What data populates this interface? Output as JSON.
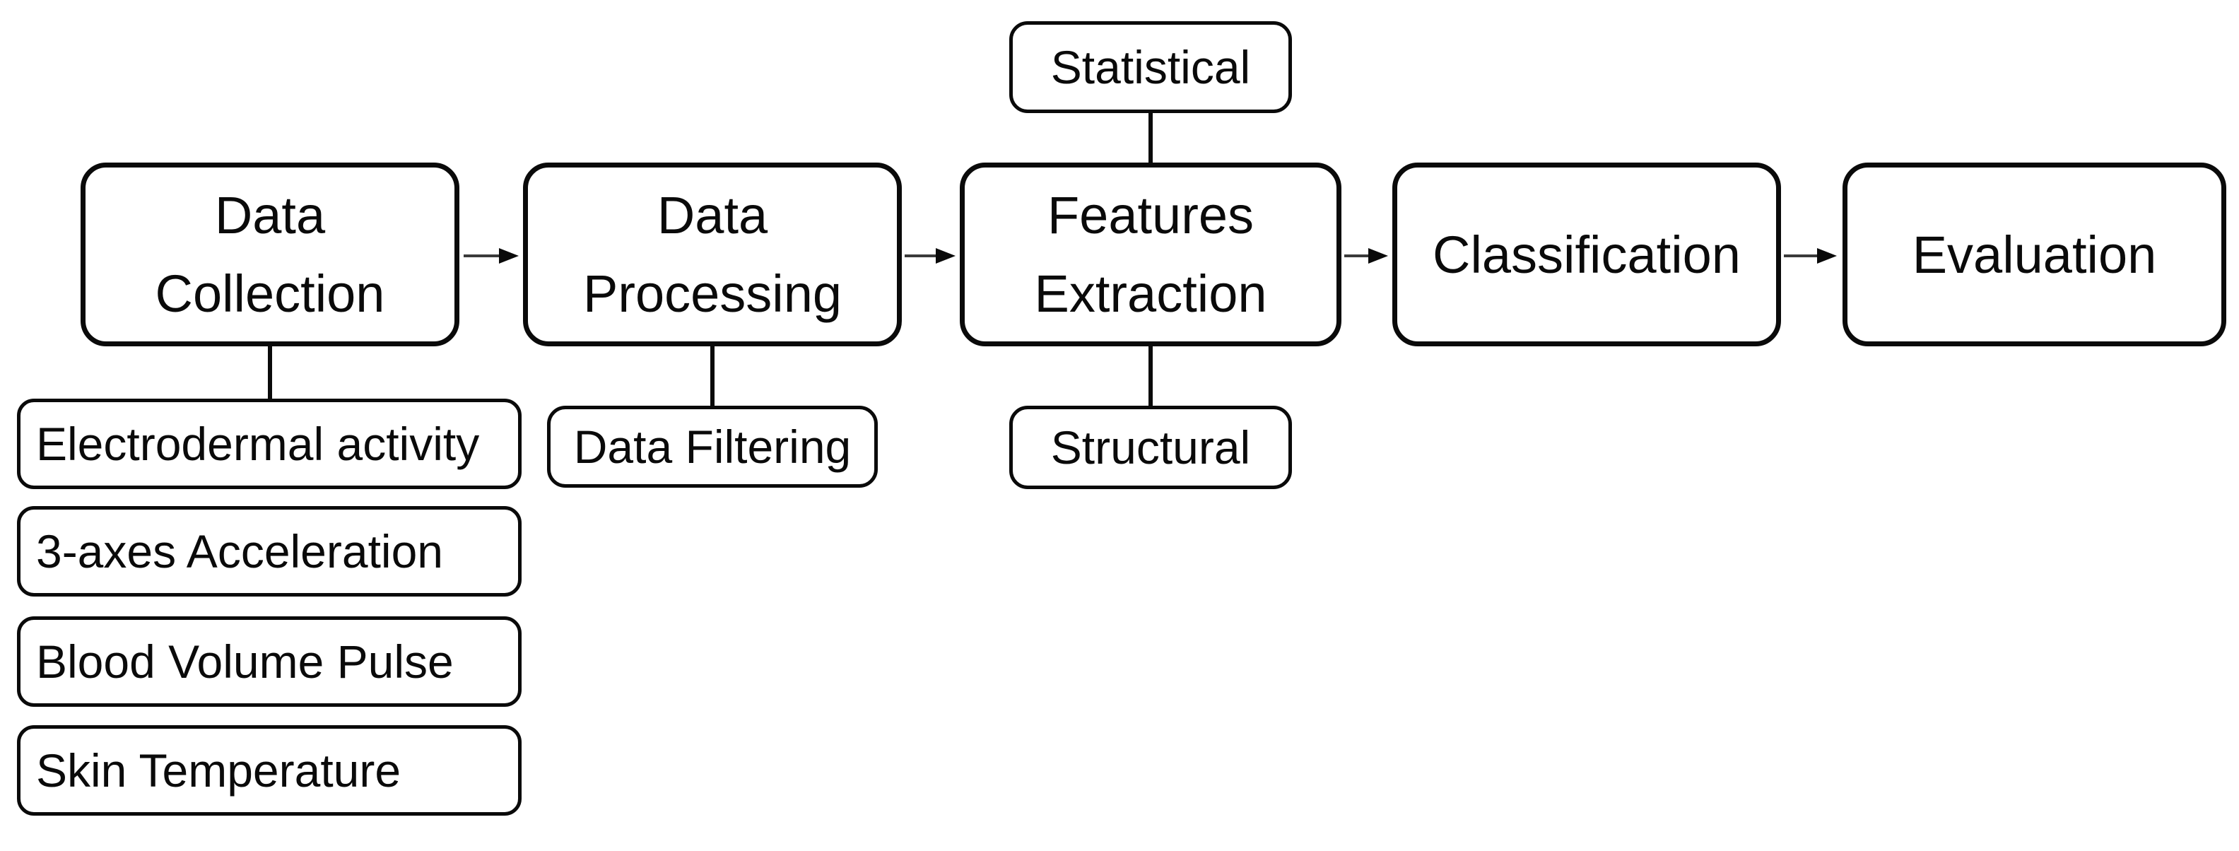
{
  "palette": {
    "background": "#ffffff",
    "box_fill": "#ffffff",
    "box_border": "#000000",
    "text": "#000000",
    "connector": "#000000"
  },
  "pipeline": {
    "main": [
      {
        "id": "data-collection",
        "label": "Data\nCollection"
      },
      {
        "id": "data-processing",
        "label": "Data\nProcessing"
      },
      {
        "id": "features-extraction",
        "label": "Features\nExtraction"
      },
      {
        "id": "classification",
        "label": "Classification"
      },
      {
        "id": "evaluation",
        "label": "Evaluation"
      }
    ],
    "feature_types": [
      {
        "id": "statistical",
        "label": "Statistical"
      },
      {
        "id": "structural",
        "label": "Structural"
      }
    ],
    "processing_steps": [
      {
        "id": "data-filtering",
        "label": "Data Filtering"
      }
    ],
    "data_sources": [
      {
        "id": "electrodermal-activity",
        "label": "Electrodermal activity"
      },
      {
        "id": "three-axes-acceleration",
        "label": "3-axes Acceleration"
      },
      {
        "id": "blood-volume-pulse",
        "label": "Blood Volume Pulse"
      },
      {
        "id": "skin-temperature",
        "label": "Skin Temperature"
      }
    ],
    "edges": [
      {
        "from": "data-collection",
        "to": "data-processing",
        "style": "arrow"
      },
      {
        "from": "data-processing",
        "to": "features-extraction",
        "style": "arrow"
      },
      {
        "from": "features-extraction",
        "to": "classification",
        "style": "arrow"
      },
      {
        "from": "classification",
        "to": "evaluation",
        "style": "arrow"
      },
      {
        "from": "statistical",
        "to": "features-extraction",
        "style": "line"
      },
      {
        "from": "features-extraction",
        "to": "structural",
        "style": "line"
      },
      {
        "from": "data-collection",
        "to": "electrodermal-activity",
        "style": "line"
      },
      {
        "from": "data-processing",
        "to": "data-filtering",
        "style": "line"
      }
    ]
  }
}
